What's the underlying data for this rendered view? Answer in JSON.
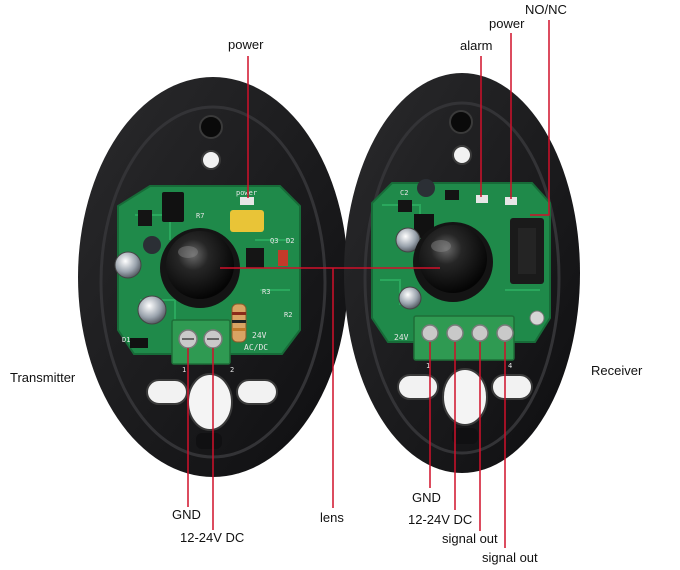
{
  "labels": {
    "power_left": "power",
    "alarm": "alarm",
    "power_right": "power",
    "no_nc": "NO/NC",
    "transmitter": "Transmitter",
    "receiver": "Receiver",
    "gnd_left": "GND",
    "dc_left": "12-24V DC",
    "lens": "lens",
    "gnd_right": "GND",
    "dc_right": "12-24V DC",
    "signal_out_1": "signal out",
    "signal_out_2": "signal out"
  },
  "pcb_markings": {
    "tx_power": "power",
    "tx_r7": "R7",
    "tx_q3": "Q3",
    "tx_d2": "D2",
    "tx_r3": "R3",
    "tx_r2": "R2",
    "tx_d1": "D1",
    "tx_24v": "24V",
    "tx_acdc": "AC/DC",
    "tx_pin1": "1",
    "tx_pin2": "2",
    "rx_c2": "C2",
    "rx_24v": "24V",
    "rx_1": "1",
    "rx_4": "4"
  },
  "colors": {
    "housing": "#1b1b1d",
    "pcb": "#1f8a4a",
    "terminal": "#2f9a52",
    "leader": "#d0102a"
  }
}
